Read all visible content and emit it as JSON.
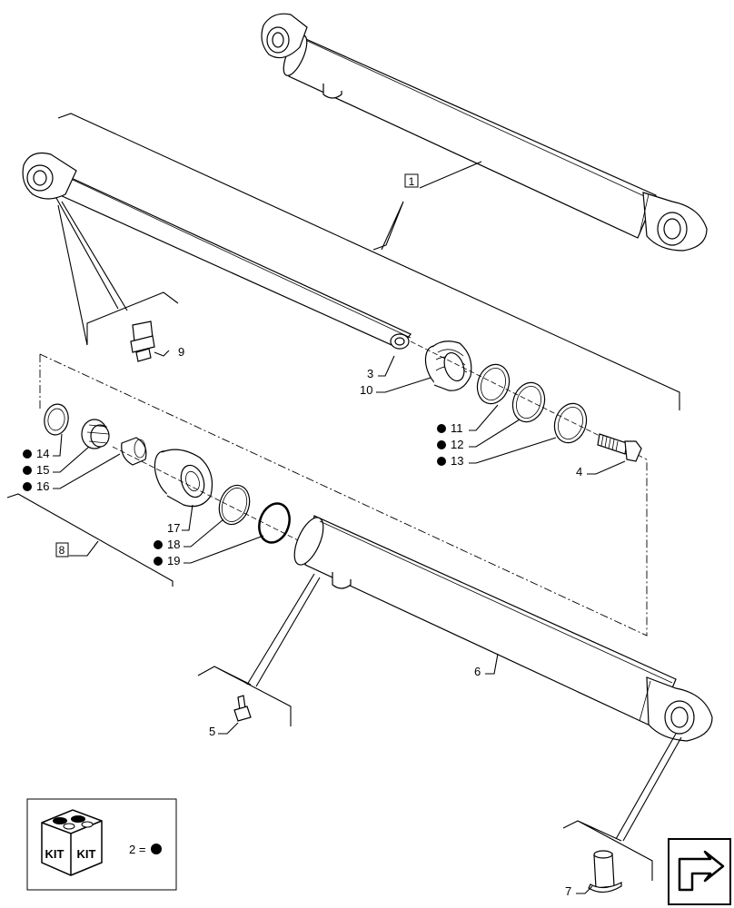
{
  "callouts": {
    "assembly": "1",
    "kit_marker": "2 =",
    "p3": "3",
    "p4": "4",
    "p5": "5",
    "p6": "6",
    "p7": "7",
    "seal_kit": "8",
    "p9": "9",
    "p10": "10",
    "p11": "11",
    "p12": "12",
    "p13": "13",
    "p14": "14",
    "p15": "15",
    "p16": "16",
    "p17": "17",
    "p18": "18",
    "p19": "19"
  },
  "legend": {
    "kit_label_left": "KIT",
    "kit_label_right": "KIT"
  },
  "icons": {
    "kit": "kit-box-icon",
    "bullet": "filled-circle-icon",
    "navigation": "next-page-arrow-icon"
  }
}
